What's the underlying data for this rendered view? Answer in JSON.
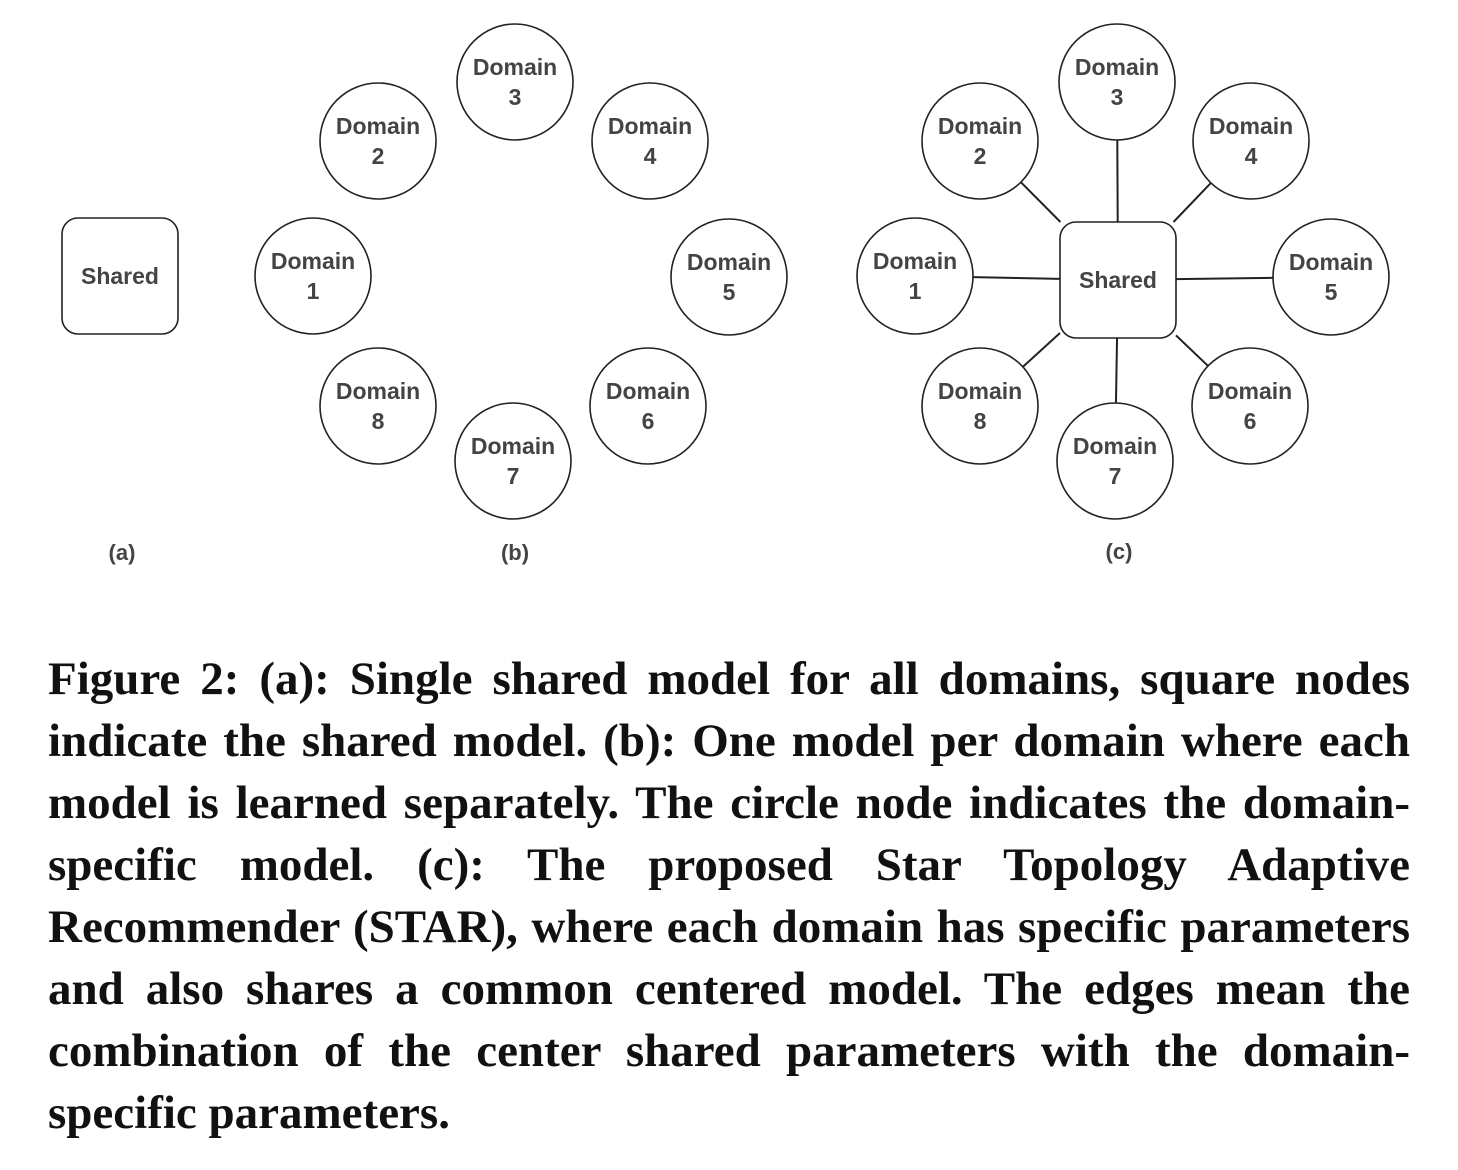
{
  "figure": {
    "node_label_word": "Domain",
    "shared_label": "Shared",
    "panels": [
      {
        "id": "a",
        "label": "(a)"
      },
      {
        "id": "b",
        "label": "(b)"
      },
      {
        "id": "c",
        "label": "(c)"
      }
    ],
    "domains": [
      "1",
      "2",
      "3",
      "4",
      "5",
      "6",
      "7",
      "8"
    ]
  },
  "caption": {
    "text": "Figure 2: (a): Single shared model for all domains, square nodes indicate the shared model. (b): One model per domain where each model is learned separately. The circle node in­dicates the domain-specific model. (c): The proposed Star Topology Adaptive Recommender (STAR), where each do­main has specific parameters and also shares a common cen­tered model. The edges mean the combination of the center shared parameters with the domain-specific parameters."
  }
}
